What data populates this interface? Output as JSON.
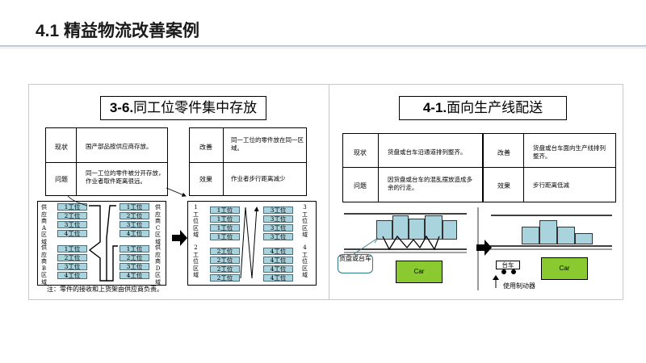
{
  "slide": {
    "title": "4.1 精益物流改善案例"
  },
  "left": {
    "banner_num": "3-6.",
    "banner_text": "同工位零件集中存放",
    "before": {
      "row1_label": "现状",
      "row1_text": "国产部品按供应商存放。",
      "row2_label": "问题",
      "row2_text": "同一工位的零件被分开存放，作业者取件距离很远。"
    },
    "after": {
      "row1_label": "改善",
      "row1_text": "同一工位的零件放在同一区域。",
      "row2_label": "效果",
      "row2_text": "作业者步行距离减少"
    },
    "suppliers": {
      "a": "供应商A区域",
      "b": "供应商B区域",
      "c": "供应商C区域",
      "d": "供应商D区域",
      "a_parts": [
        "1工位",
        "2工位",
        "3工位",
        "4工位"
      ],
      "b_parts": [
        "1工位",
        "2工位",
        "3工位",
        "4工位"
      ],
      "c_parts": [
        "1工位",
        "2工位",
        "3工位",
        "4工位"
      ],
      "d_parts": [
        "1工位",
        "2工位",
        "3工位",
        "4工位"
      ]
    },
    "zones": {
      "z1": "1工位区域",
      "z2": "2工位区域",
      "z3": "3工位区域",
      "z4": "4工位区域",
      "z1_parts": [
        "1工位",
        "1工位",
        "1工位",
        "1工位"
      ],
      "z2_parts": [
        "2工位",
        "2工位",
        "2工位",
        "2工位"
      ],
      "z3_parts": [
        "3工位",
        "3工位",
        "3工位",
        "3工位"
      ],
      "z4_parts": [
        "4工位",
        "4工位",
        "4工位",
        "4工位"
      ]
    },
    "note": "注：零件的接收和上货架由供应商负责。"
  },
  "right": {
    "banner_num": "4-1.",
    "banner_text": "面向生产线配送",
    "before": {
      "row1_label": "现状",
      "row1_text": "货盘或台车沿通道排列整齐。",
      "row2_label": "问题",
      "row2_text": "因货盘或台车的混乱摆放造成多余的行走。"
    },
    "after": {
      "row1_label": "改善",
      "row1_text": "货盘或台车面向生产线排列整齐。",
      "row2_label": "效果",
      "row2_text": "步行距离低减"
    },
    "callout": "货盘或台车",
    "car_before": "Car",
    "car_after": "Car",
    "cart": "台车",
    "brake": "使用制动器"
  },
  "colors": {
    "part_fill": "#a9d3dd",
    "car_fill": "#8ac92f",
    "rule": "#b9cbdc"
  }
}
